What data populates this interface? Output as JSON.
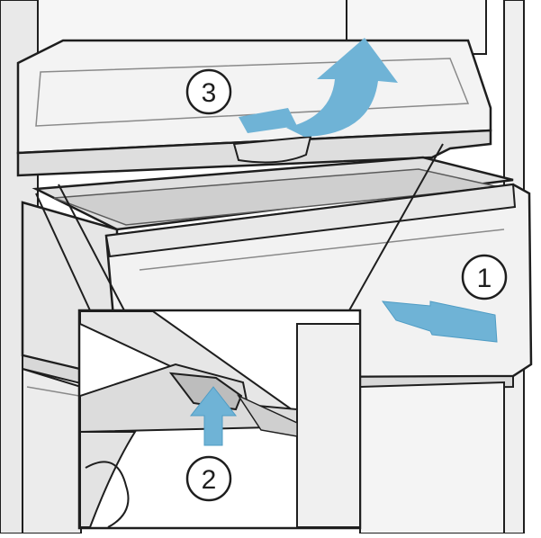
{
  "step_labels": {
    "step1": "1",
    "step2": "2",
    "step3": "3"
  },
  "colors": {
    "arrow": "#6fb3d6",
    "arrow_dark": "#4f9cc4",
    "outline": "#1e1e1e",
    "panel_light": "#f1f1f1",
    "panel_mid": "#e3e3e3",
    "panel_dark": "#cfcfcf",
    "background": "#ffffff"
  }
}
